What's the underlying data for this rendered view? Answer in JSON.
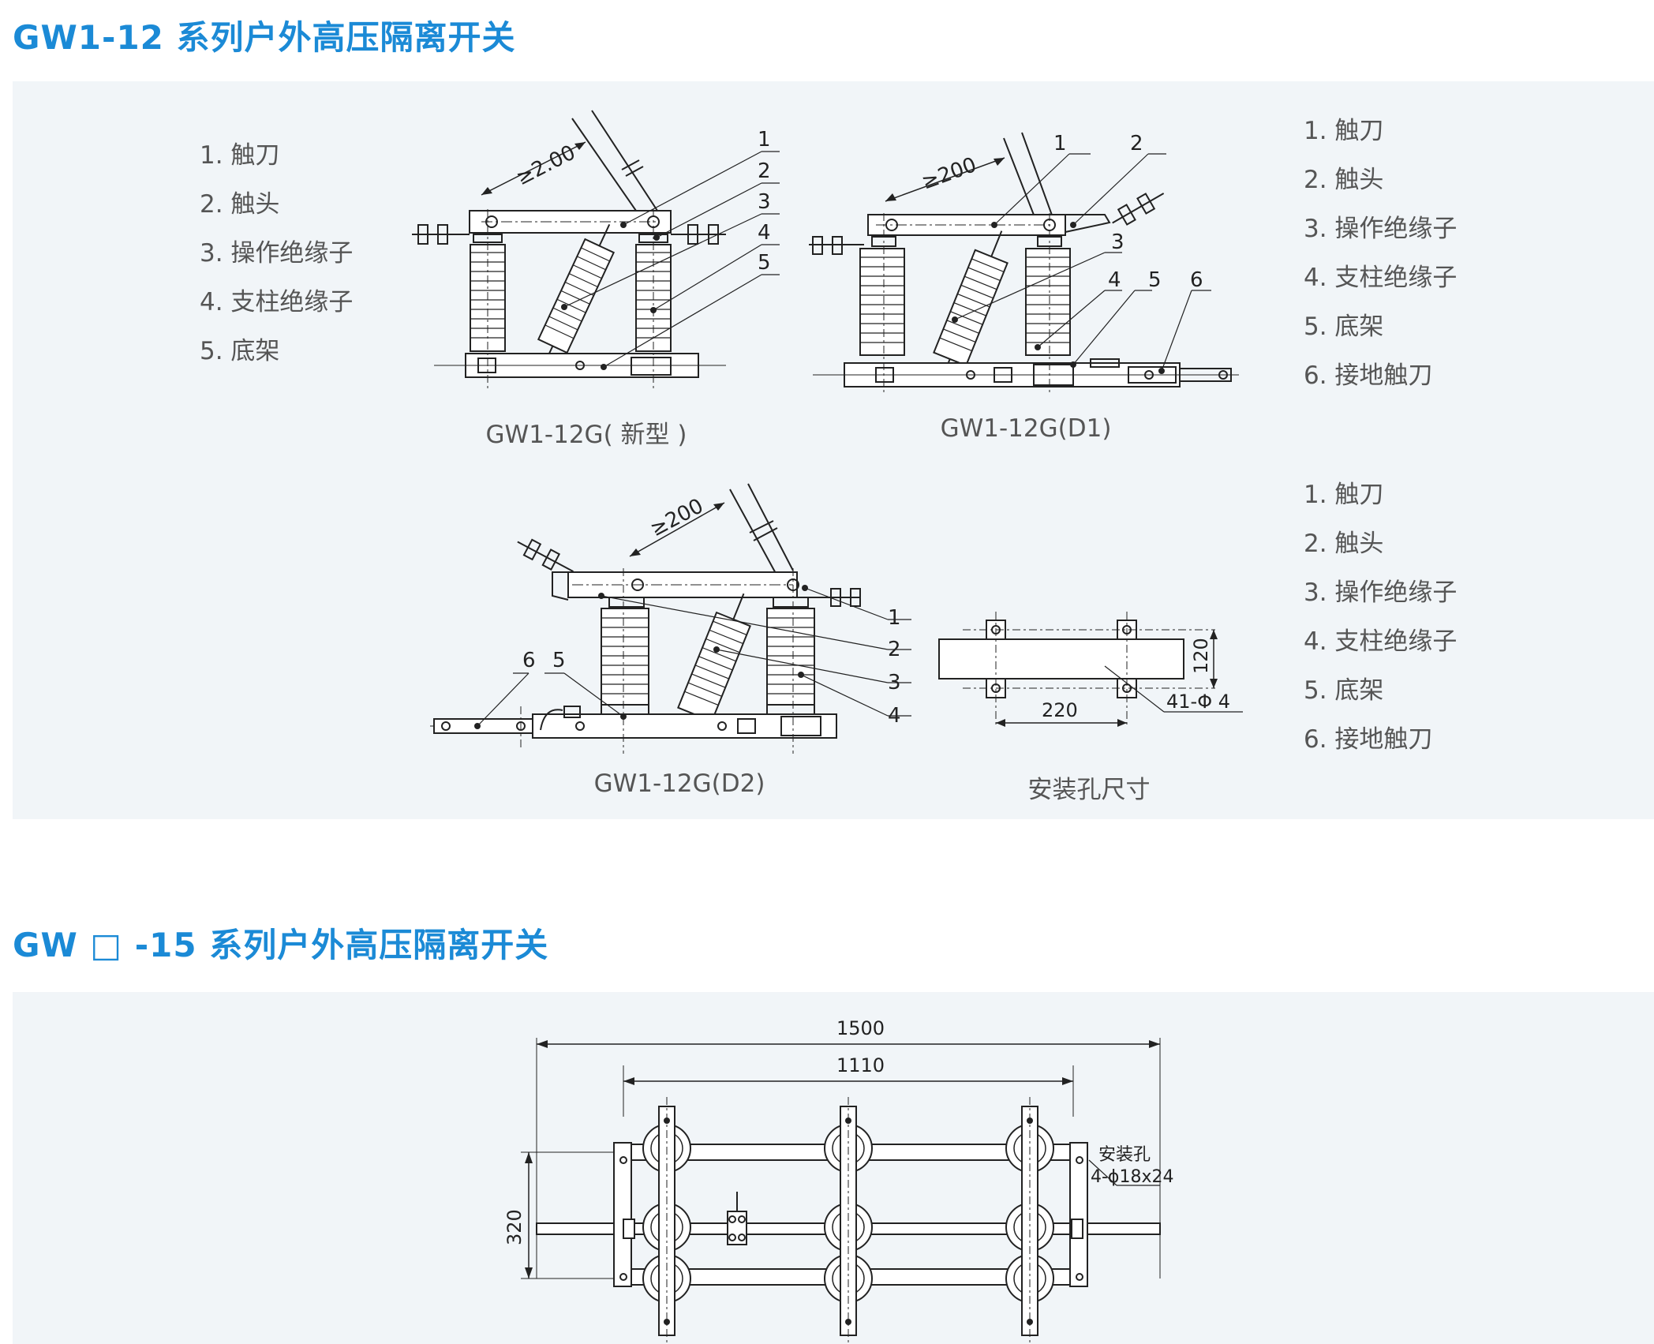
{
  "section1": {
    "title": "GW1-12 系列户外高压隔离开关",
    "list_a": [
      "1. 触刀",
      "2. 触头",
      "3. 操作绝缘子",
      "4. 支柱绝缘子",
      "5. 底架"
    ],
    "list_b": [
      "1. 触刀",
      "2. 触头",
      "3. 操作绝缘子",
      "4. 支柱绝缘子",
      "5. 底架",
      "6. 接地触刀"
    ],
    "list_c": [
      "1. 触刀",
      "2. 触头",
      "3. 操作绝缘子",
      "4. 支柱绝缘子",
      "5. 底架",
      "6. 接地触刀"
    ],
    "captions": {
      "new_type": "GW1-12G( 新型 )",
      "d1": "GW1-12G(D1)",
      "d2": "GW1-12G(D2)",
      "mounting": "安装孔尺寸"
    },
    "dims": {
      "new_type": "≥2.00",
      "d1": "≥200",
      "d2": "≥200",
      "mount_height": "120",
      "mount_width": "220",
      "mount_holes": "41-Φ 4"
    },
    "callouts": {
      "a": [
        "1",
        "2",
        "3",
        "4",
        "5"
      ],
      "b": [
        "1",
        "2",
        "3",
        "4",
        "5",
        "6"
      ],
      "c": [
        "1",
        "2",
        "3",
        "4",
        "5",
        "6"
      ]
    }
  },
  "section2": {
    "title": "GW □ -15 系列户外高压隔离开关",
    "dims": {
      "overall": "1500",
      "inner": "1110",
      "height": "320",
      "hole_label": "安装孔",
      "hole_spec": "4-ϕ18x24"
    }
  },
  "colors": {
    "title": "#1b8ad6",
    "panel": "#f1f5f8",
    "line": "#222222"
  }
}
